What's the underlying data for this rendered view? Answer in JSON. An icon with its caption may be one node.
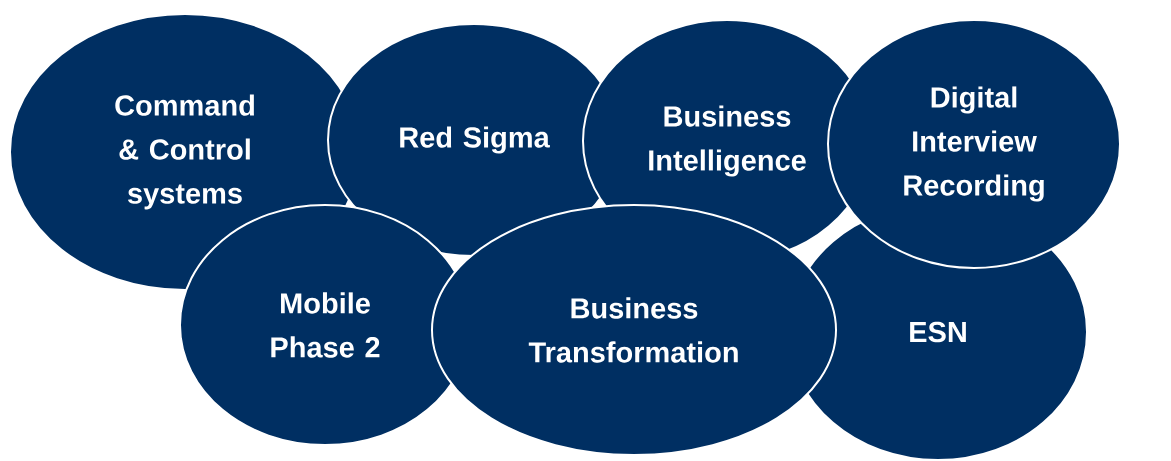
{
  "diagram": {
    "nodes": [
      {
        "text": [
          "Command & Control systems"
        ]
      },
      {
        "text": [
          "Red Sigma"
        ]
      },
      {
        "text": [
          "Business Intelligence"
        ]
      },
      {
        "text": [
          "Digital Interview Recording"
        ]
      },
      {
        "text": [
          "Mobile Phase 2"
        ]
      },
      {
        "text": [
          "Business Transformation"
        ]
      },
      {
        "text": [
          "ESN"
        ]
      }
    ]
  }
}
